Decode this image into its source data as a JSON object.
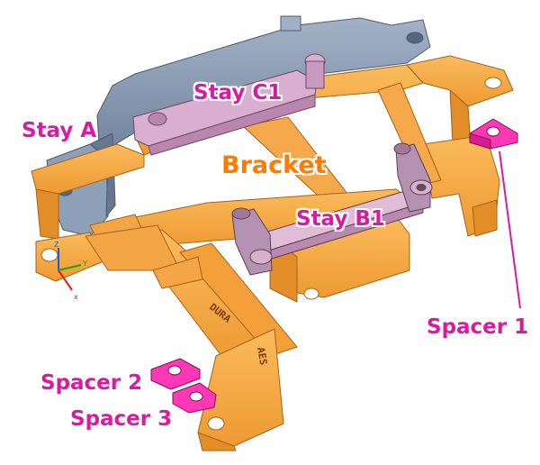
{
  "labels": {
    "stay_a": "Stay A",
    "stay_c1": "Stay C1",
    "bracket": "Bracket",
    "stay_b1": "Stay B1",
    "spacer_1": "Spacer 1",
    "spacer_2": "Spacer 2",
    "spacer_3": "Spacer 3"
  },
  "engraving": [
    "DURA",
    "AES"
  ],
  "axes": {
    "x": "x",
    "y": "Y",
    "z": "Z"
  },
  "colors": {
    "bracket": "#f7a840",
    "bracket_dark": "#d98420",
    "stay": "#8596ad",
    "stay_dark": "#62738b",
    "stay_pink": "#d3a6c7",
    "spacer": "#ff2fb0",
    "label_magenta": "#d81ba0",
    "label_orange": "#ff7a00"
  }
}
